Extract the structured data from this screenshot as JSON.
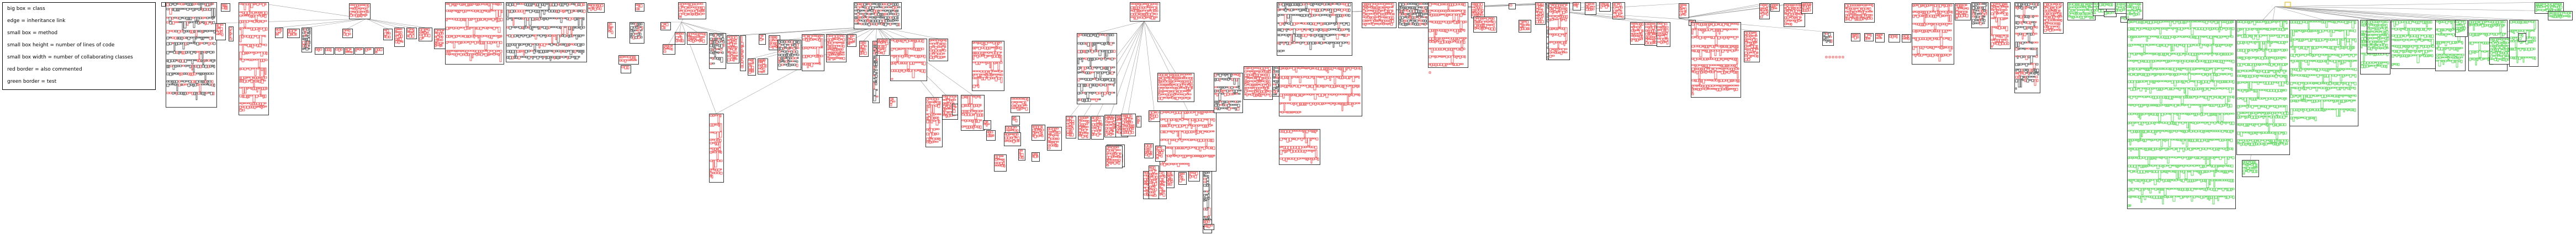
{
  "legend": {
    "rows": [
      "big box = class",
      "edge = inheritance link",
      "small box = method",
      "small box height = number of lines of code",
      "small box width = number of collaborating classes",
      "red border = also commented",
      "green border = test"
    ]
  },
  "colors": {
    "class_border": "#000000",
    "commented": "#e00000",
    "test": "#00c000",
    "edge": "#9a9a9a",
    "gold_node": "#e0b000"
  }
}
